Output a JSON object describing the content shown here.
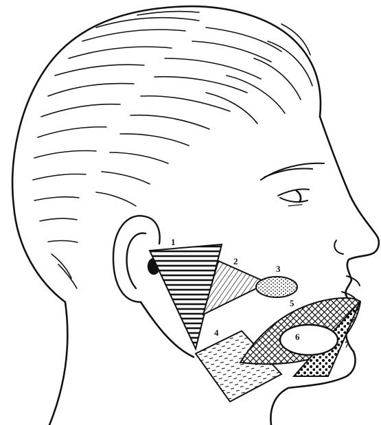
{
  "figure": {
    "ink_color": "#111111",
    "background_color": "#ffffff",
    "zones": [
      {
        "label": "1",
        "pattern": "horizontal-lines"
      },
      {
        "label": "2",
        "pattern": "diagonal-lines"
      },
      {
        "label": "3",
        "pattern": "dots"
      },
      {
        "label": "4",
        "pattern": "dashes"
      },
      {
        "label": "5",
        "pattern": "crosshatch"
      },
      {
        "label": "6",
        "pattern": "empty-oval"
      },
      {
        "label": "7",
        "pattern": "heavy-dots"
      }
    ]
  }
}
